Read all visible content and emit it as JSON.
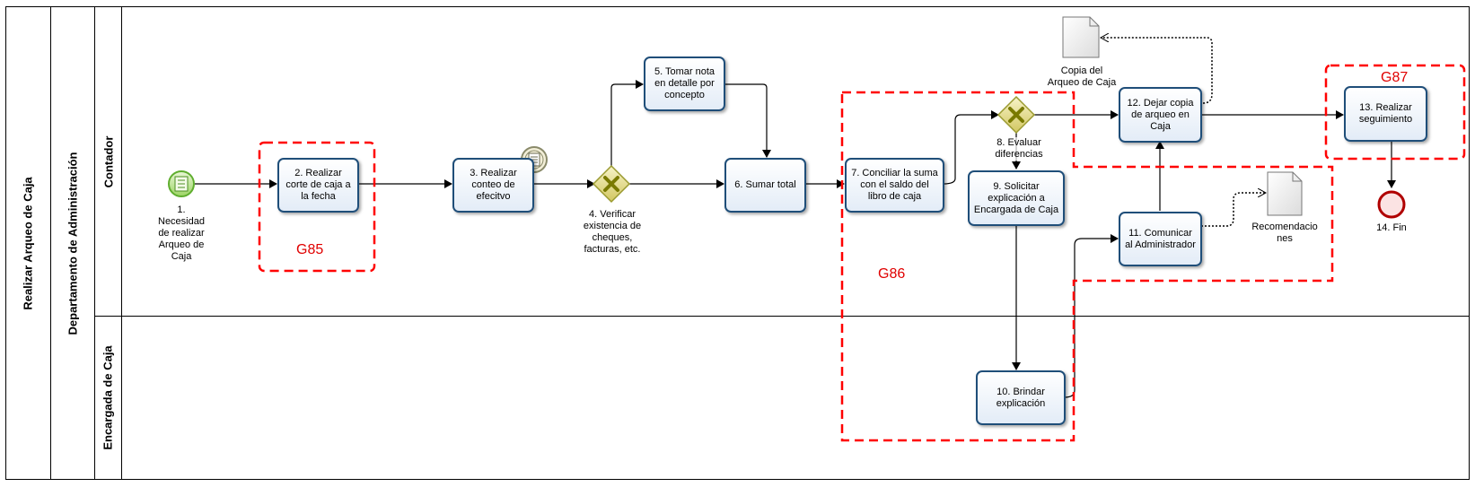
{
  "pool": {
    "label": "Realizar Arqueo de Caja"
  },
  "department": {
    "label": "Departamento de Administración"
  },
  "lanes": {
    "contador": "Contador",
    "encargada": "Encargada de Caja"
  },
  "start_event": {
    "label": "1. Necesidad de realizar Arqueo de Caja",
    "lines": [
      "1.",
      "Necesidad",
      "de realizar",
      "Arqueo de",
      "Caja"
    ]
  },
  "tasks": {
    "t2": "2. Realizar corte de caja a la fecha",
    "t3": "3. Realizar conteo de efecitvo",
    "t5": "5. Tomar nota en detalle por concepto",
    "t6": "6. Sumar total",
    "t7": "7. Conciliar la suma con el saldo del libro de caja",
    "t9": "9. Solicitar explicación a Encargada de Caja",
    "t10": "10. Brindar explicación",
    "t11": "11. Comunicar al Administrador",
    "t12": "12. Dejar copia de arqueo en Caja",
    "t13": "13. Realizar seguimiento"
  },
  "gateways": {
    "g4": {
      "lines": [
        "4. Verificar",
        "existencia de",
        "cheques,",
        "facturas, etc."
      ]
    },
    "g8": {
      "lines": [
        "8. Evaluar",
        "diferencias"
      ]
    }
  },
  "documents": {
    "copia": {
      "lines": [
        "Copia del",
        "Arqueo de Caja"
      ]
    },
    "recomendaciones": {
      "lines": [
        "Recomendacio",
        "nes"
      ]
    }
  },
  "end_event": {
    "label": "14. Fin"
  },
  "groups": {
    "g85": "G85",
    "g86": "G86",
    "g87": "G87"
  },
  "colors": {
    "task_border": "#1f4e79",
    "task_fill_top": "#ffffff",
    "task_fill_bottom": "#e3ecf7",
    "start_event": "#7cc242",
    "end_event": "#c00000",
    "gateway_fill": "#d8d070",
    "gateway_mark": "#7a7a00",
    "group_outline": "#ff0000",
    "lane_line": "#000000"
  }
}
